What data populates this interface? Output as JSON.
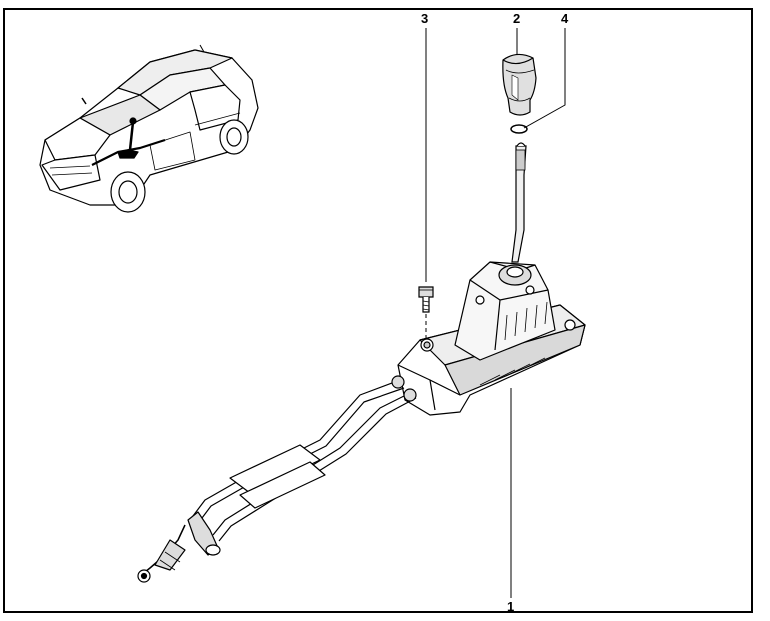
{
  "callouts": [
    {
      "id": "1",
      "label": "1",
      "part": "gear-shift-mechanism-housing"
    },
    {
      "id": "2",
      "label": "2",
      "part": "shift-knob"
    },
    {
      "id": "3",
      "label": "3",
      "part": "mounting-bolt"
    },
    {
      "id": "4",
      "label": "4",
      "part": "o-ring"
    }
  ],
  "colors": {
    "line": "#000000",
    "background": "#ffffff",
    "shade": "#d9d9d9"
  }
}
